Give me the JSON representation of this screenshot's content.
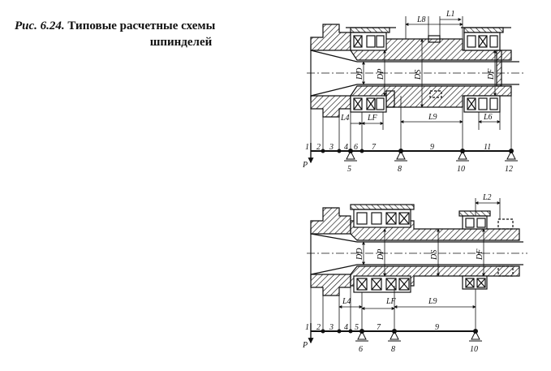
{
  "caption": {
    "ref": "Рис. 6.24.",
    "line1": "Типовые расчетные схемы",
    "line2": "шпинделей"
  },
  "diagram_top": {
    "dims": {
      "l8": "L8",
      "l1": "L1",
      "l4": "L4",
      "lf": "LF",
      "l9": "L9",
      "l6": "L6",
      "dd": "DD",
      "dp": "DP",
      "ds": "DS",
      "df": "DF"
    },
    "axis_labels": [
      "1",
      "2",
      "3",
      "4",
      "6",
      "7",
      "9",
      "11"
    ],
    "support_labels": [
      "5",
      "8",
      "10",
      "12"
    ],
    "load_label": "P"
  },
  "diagram_bottom": {
    "dims": {
      "l2": "L2",
      "l4": "L4",
      "lf": "LF",
      "l9": "L9",
      "dd": "DD",
      "dp": "DP",
      "ds": "DS",
      "df": "DF"
    },
    "axis_labels": [
      "1",
      "2",
      "3",
      "4",
      "5",
      "7",
      "9"
    ],
    "support_labels": [
      "6",
      "8",
      "10"
    ],
    "load_label": "P"
  }
}
